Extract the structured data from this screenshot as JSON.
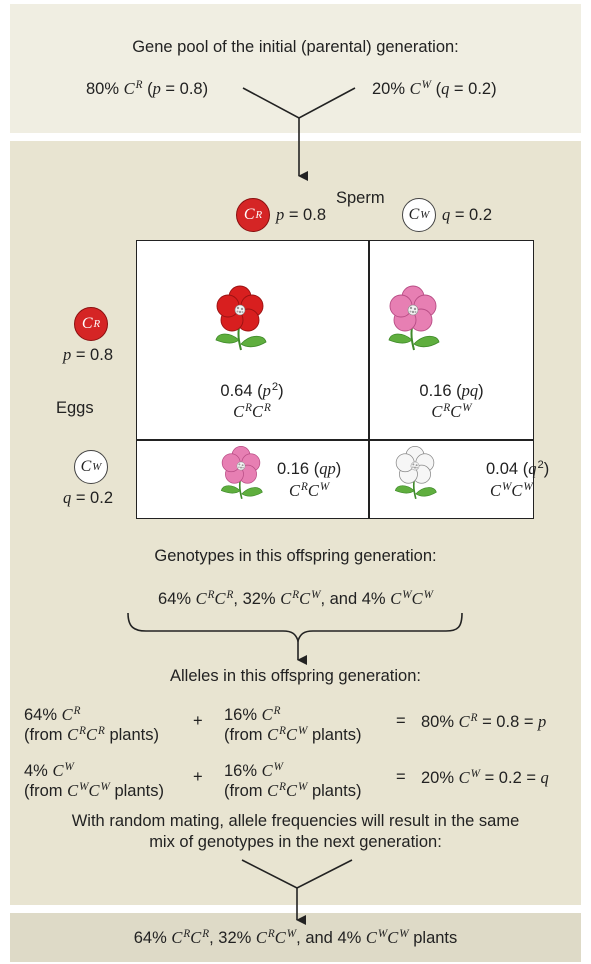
{
  "top": {
    "title": "Gene pool of the initial (parental) generation:",
    "left_pct": "80%",
    "left_allele": "C",
    "left_sup": "R",
    "left_paren_open": "(",
    "left_var": "p",
    "left_val": " = 0.8)",
    "right_pct": "20%",
    "right_allele": "C",
    "right_sup": "W",
    "right_paren_open": "(",
    "right_var": "q",
    "right_val": " = 0.2)"
  },
  "punnett": {
    "sperm_label": "Sperm",
    "eggs_label": "Eggs",
    "sperm_r": {
      "allele": "C",
      "sup": "R",
      "var": "p",
      "val": " = 0.8"
    },
    "sperm_w": {
      "allele": "C",
      "sup": "W",
      "var": "q",
      "val": " = 0.2"
    },
    "egg_r": {
      "allele": "C",
      "sup": "R",
      "var": "p",
      "val": " = 0.8"
    },
    "egg_w": {
      "allele": "C",
      "sup": "W",
      "var": "q",
      "val": " = 0.2"
    },
    "cell_rr": {
      "freq": "0.64 (",
      "expr": "p",
      "exp_sup": "2",
      "close": ")",
      "g1": "C",
      "s1": "R",
      "g2": "C",
      "s2": "R"
    },
    "cell_rw": {
      "freq": "0.16 (",
      "expr": "pq",
      "close": ")",
      "g1": "C",
      "s1": "R",
      "g2": "C",
      "s2": "W"
    },
    "cell_wr": {
      "freq": "0.16 (",
      "expr": "qp",
      "close": ")",
      "g1": "C",
      "s1": "R",
      "g2": "C",
      "s2": "W"
    },
    "cell_ww": {
      "freq": "0.04 (",
      "expr": "q",
      "exp_sup": "2",
      "close": ")",
      "g1": "C",
      "s1": "W",
      "g2": "C",
      "s2": "W"
    }
  },
  "genotypes": {
    "title": "Genotypes in this offspring generation:",
    "p1": "64%",
    "p2": "32%",
    "and": "and",
    "p3": "4%"
  },
  "alleles": {
    "title": "Alleles in this offspring generation:",
    "row1": {
      "a_pct": "64%",
      "a_from": "(from",
      "a_plants": "plants)",
      "plus": "+",
      "b_pct": "16%",
      "b_from": "(from",
      "b_plants": "plants)",
      "eq": "=",
      "result_pct": "80%",
      "result_val": " = 0.8 = ",
      "result_var": "p"
    },
    "row2": {
      "a_pct": "4%",
      "a_from": "(from",
      "a_plants": "plants)",
      "plus": "+",
      "b_pct": "16%",
      "b_from": "(from",
      "b_plants": "plants)",
      "eq": "=",
      "result_pct": "20%",
      "result_val": " = 0.2 = ",
      "result_var": "q"
    }
  },
  "random_mating": {
    "line1": "With random mating, allele frequencies will result in the same",
    "line2": "mix of genotypes in the next generation:"
  },
  "bottom": {
    "p1": "64%",
    "p2": "32%",
    "and": "and",
    "p3": "4%",
    "plants": "plants"
  },
  "colors": {
    "red_flower": "#d81f1f",
    "pink_flower": "#e77fb3",
    "white_flower": "#f4f4f4",
    "leaf": "#5fae3e"
  },
  "icons": [
    "red-flower-icon",
    "pink-flower-icon",
    "white-flower-icon",
    "red-allele-circle-icon",
    "white-allele-circle-icon"
  ]
}
